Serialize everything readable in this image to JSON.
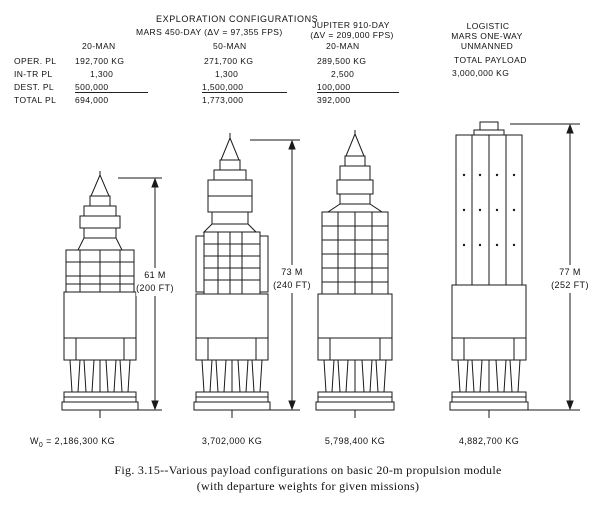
{
  "header": {
    "exploration_title": "EXPLORATION CONFIGURATIONS",
    "mars_mission": "MARS 450-DAY (ΔV = 97,355 FPS)",
    "jupiter_mission_l1": "JUPITER 910-DAY",
    "jupiter_mission_l2": "(ΔV = 209,000 FPS)",
    "logistic_l1": "LOGISTIC",
    "logistic_l2": "MARS ONE-WAY",
    "logistic_l3": "UNMANNED"
  },
  "row_labels": [
    "OPER. PL",
    "IN-TR PL",
    "DEST. PL",
    "TOTAL PL"
  ],
  "columns": [
    {
      "crew": "20-MAN",
      "values": [
        "192,700 KG",
        "1,300",
        "500,000",
        "694,000"
      ],
      "departure_weight": "2,186,300 KG"
    },
    {
      "crew": "50-MAN",
      "values": [
        "271,700 KG",
        "1,300",
        "1,500,000",
        "1,773,000"
      ],
      "departure_weight": "3,702,000 KG"
    },
    {
      "crew": "20-MAN",
      "values": [
        "289,500 KG",
        "2,500",
        "100,000",
        "392,000"
      ],
      "departure_weight": "5,798,400 KG"
    },
    {
      "crew": "TOTAL PAYLOAD",
      "values": [
        "3,000,000 KG"
      ],
      "departure_weight": "4,882,700 KG"
    }
  ],
  "weight_prefix": "W",
  "weight_subscript": "0",
  "weight_suffix": " = ",
  "dimensions": [
    {
      "m": "61 M",
      "ft": "(200 FT)"
    },
    {
      "m": "73 M",
      "ft": "(240 FT)"
    },
    {
      "m": "77 M",
      "ft": "(252 FT)"
    }
  ],
  "caption": {
    "line1": "Fig. 3.15--Various payload configurations on basic 20-m propulsion module",
    "line2": "(with departure weights for given missions)"
  }
}
